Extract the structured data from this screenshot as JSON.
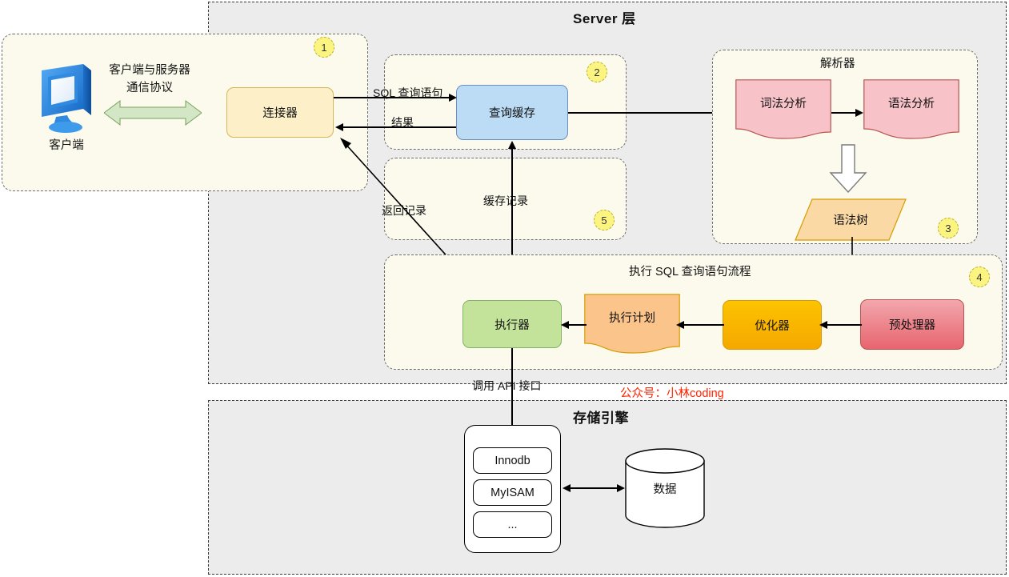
{
  "layers": {
    "server": {
      "title": "Server 层"
    },
    "storage": {
      "title": "存储引擎"
    }
  },
  "client_zone": {
    "client_icon_name": "monitor-icon",
    "client_label": "客户端",
    "protocol_label_line1": "客户端与服务器",
    "protocol_label_line2": "通信协议",
    "connector_label": "连接器",
    "badge": "1"
  },
  "query_cache_zone": {
    "title": "",
    "cache_label": "查询缓存",
    "badge": "2",
    "edge_sql": "SQL 查询语句",
    "edge_result": "结果"
  },
  "cache_record_zone": {
    "badge": "5",
    "edge_cache_record": "缓存记录",
    "edge_return_record": "返回记录"
  },
  "parser_zone": {
    "title": "解析器",
    "badge": "3",
    "lexical": "词法分析",
    "syntax": "语法分析",
    "tree": "语法树"
  },
  "execute_zone": {
    "title": "执行 SQL 查询语句流程",
    "badge": "4",
    "executor": "执行器",
    "plan": "执行计划",
    "optimizer": "优化器",
    "preprocessor": "预处理器",
    "edge_api": "调用 API 接口"
  },
  "storage_zone": {
    "engines": [
      "Innodb",
      "MyISAM",
      "..."
    ],
    "data_label": "数据"
  },
  "watermark": "公众号：小林coding",
  "colors": {
    "layer_bg": "#ececec",
    "group_bg": "#fbfaec",
    "badge_bg": "#fbf481",
    "connector": "#fdf0c8",
    "cache": "#bcdcf5",
    "executor": "#c4e39a",
    "plan": "#fbc48a",
    "optimizer": "#f5a800",
    "preprocessor": "#e8646e",
    "parse_doc": "#f7c3c8",
    "tree": "#fbd9a5",
    "watermark": "#ff2200",
    "green_arrow": "#d3e6c6"
  }
}
